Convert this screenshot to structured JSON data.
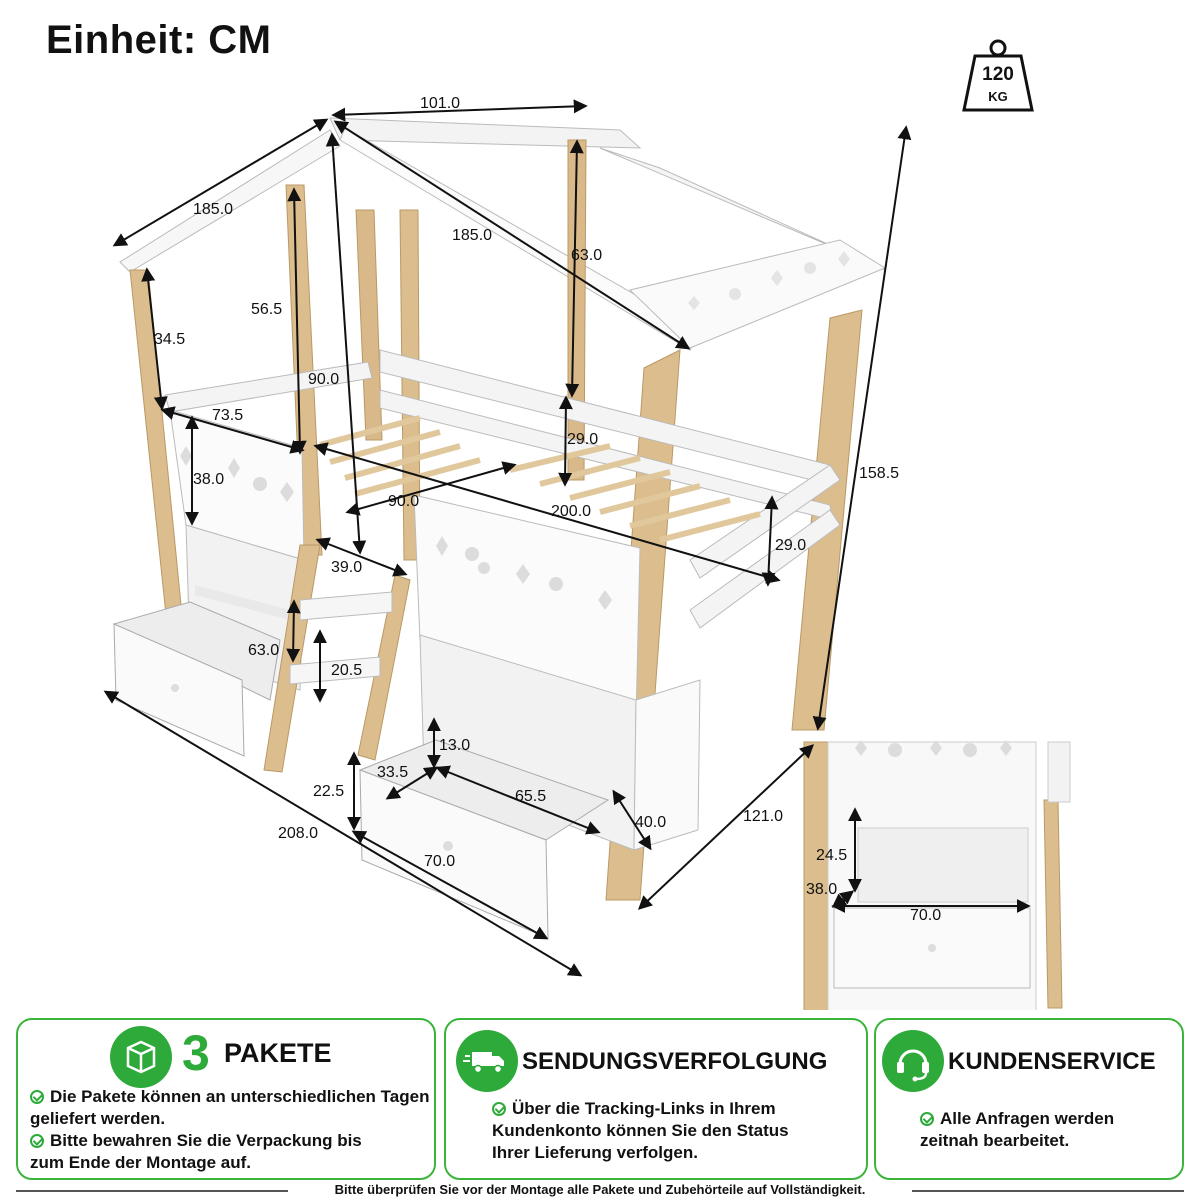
{
  "unit_label": "Einheit: CM",
  "weight_badge": {
    "value": "120",
    "unit": "KG"
  },
  "dimensions": {
    "roof_width": "101.0",
    "roof_slope_left": "185.0",
    "roof_slope_right": "185.0",
    "roof_height_rear": "63.0",
    "post_height_front": "56.5",
    "gable_height": "34.5",
    "inner_height": "90.0",
    "front_width_upper": "73.5",
    "guard_height_rear": "29.0",
    "total_height": "158.5",
    "front_panel_height": "38.0",
    "mattress_width": "90.0",
    "mattress_length": "200.0",
    "guard_height_side": "29.0",
    "ladder_width": "39.0",
    "drawer_depth_left": "63.0",
    "ladder_step": "20.5",
    "drawer_height": "13.0",
    "drawer_inner_depth": "33.5",
    "drawer_inner_length": "65.5",
    "drawer_front_height": "22.5",
    "total_length": "208.0",
    "drawer_width": "70.0",
    "drawer_depth": "40.0",
    "total_width": "121.0"
  },
  "inset_dimensions": {
    "shelf_height": "24.5",
    "shelf_depth": "38.0",
    "drawer_width": "70.0"
  },
  "info_panels": [
    {
      "number": "3",
      "title": "PAKETE",
      "icon": "package-icon",
      "bullets": [
        "Die Pakete können an unterschiedlichen Tagen geliefert werden.",
        "Bitte bewahren Sie die Verpackung bis zum Ende der Montage auf."
      ]
    },
    {
      "title": "SENDUNGSVERFOLGUNG",
      "icon": "delivery-truck-icon",
      "bullets": [
        "Über die Tracking-Links in Ihrem Kundenkonto können Sie den Status Ihrer Lieferung verfolgen."
      ]
    },
    {
      "title": "KUNDENSERVICE",
      "icon": "headset-icon",
      "bullets": [
        "Alle Anfragen werden zeitnah bearbeitet."
      ]
    }
  ],
  "footer_note": "Bitte überprüfen Sie vor der Montage alle Pakete und Zubehörteile auf Vollständigkeit.",
  "colors": {
    "accent_green": "#2eaa3a",
    "wood": "#d9b98a",
    "white_panel": "#f4f4f4"
  }
}
